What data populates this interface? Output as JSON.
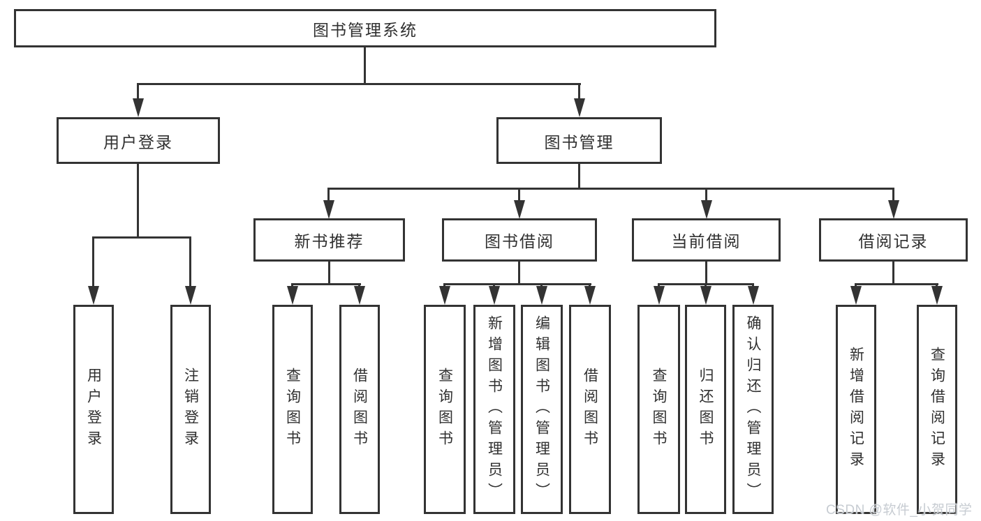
{
  "tree": {
    "label": "图书管理系统",
    "children": [
      {
        "label": "用户登录",
        "children": [
          {
            "label": "用户登录"
          },
          {
            "label": "注销登录"
          }
        ]
      },
      {
        "label": "图书管理",
        "children": [
          {
            "label": "新书推荐",
            "children": [
              {
                "label": "查询图书"
              },
              {
                "label": "借阅图书"
              }
            ]
          },
          {
            "label": "图书借阅",
            "children": [
              {
                "label": "查询图书"
              },
              {
                "label": "新增图书（管理员）"
              },
              {
                "label": "编辑图书（管理员）"
              },
              {
                "label": "借阅图书"
              }
            ]
          },
          {
            "label": "当前借阅",
            "children": [
              {
                "label": "查询图书"
              },
              {
                "label": "归还图书"
              },
              {
                "label": "确认归还（管理员）"
              }
            ]
          },
          {
            "label": "借阅记录",
            "children": [
              {
                "label": "新增借阅记录"
              },
              {
                "label": "查询借阅记录"
              }
            ]
          }
        ]
      }
    ]
  },
  "watermark": "CSDN @软件_小贺同学",
  "colors": {
    "line": "#333333",
    "box_border": "#333333",
    "text": "#303030",
    "background": "#ffffff",
    "watermark": "#c7ccd2"
  }
}
